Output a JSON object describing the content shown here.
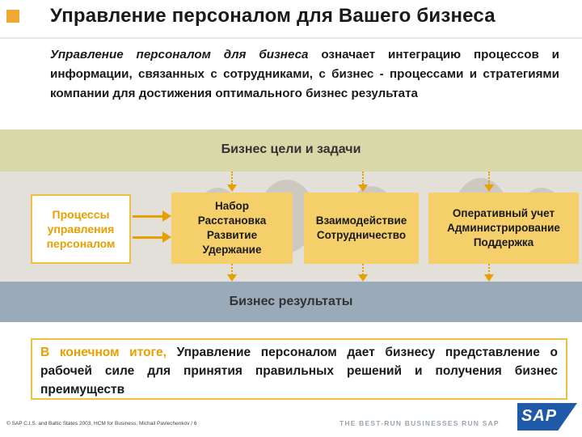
{
  "header": {
    "title": "Управление персоналом для Вашего бизнеса",
    "accent_color": "#f0a830"
  },
  "intro": {
    "emphasis": "Управление персоналом для бизнеса",
    "rest_line1": " означает интеграцию",
    "line2": "процессов и информации, связанных с сотрудниками, с",
    "line3": "бизнес - процессами и стратегиями компании для достижения",
    "line4": "оптимального бизнес результата"
  },
  "diagram": {
    "goals_label": "Бизнес цели и задачи",
    "results_label": "Бизнес результаты",
    "hr_processes": [
      "Процессы",
      "управления",
      "персоналом"
    ],
    "hr_list": [
      "Набор",
      "Расстановка",
      "Развитие",
      "Удержание"
    ],
    "interaction": [
      "Взаимодействие",
      "Сотрудничество"
    ],
    "operations": [
      "Оперативный учет",
      "Администрирование",
      "Поддержка"
    ],
    "colors": {
      "goals_band": "#d8d8a8",
      "results_band": "#9aaab8",
      "box_fill": "#f5cf6a",
      "arrow": "#e8a000"
    }
  },
  "conclusion": {
    "lead": "В конечном итоге,",
    "line1_rest": " Управление персоналом дает бизнесу",
    "line2": "представление о рабочей силе для принятия правильных решений и",
    "line3": "получения бизнес преимуществ"
  },
  "footer": {
    "copyright": "© SAP C.I.S. and Baltic States 2003, HCM for Business, Michail Pavlechenkov / 6",
    "tagline": "THE BEST-RUN BUSINESSES RUN SAP",
    "logo_text": "SAP",
    "logo_color": "#1e5aa8"
  }
}
